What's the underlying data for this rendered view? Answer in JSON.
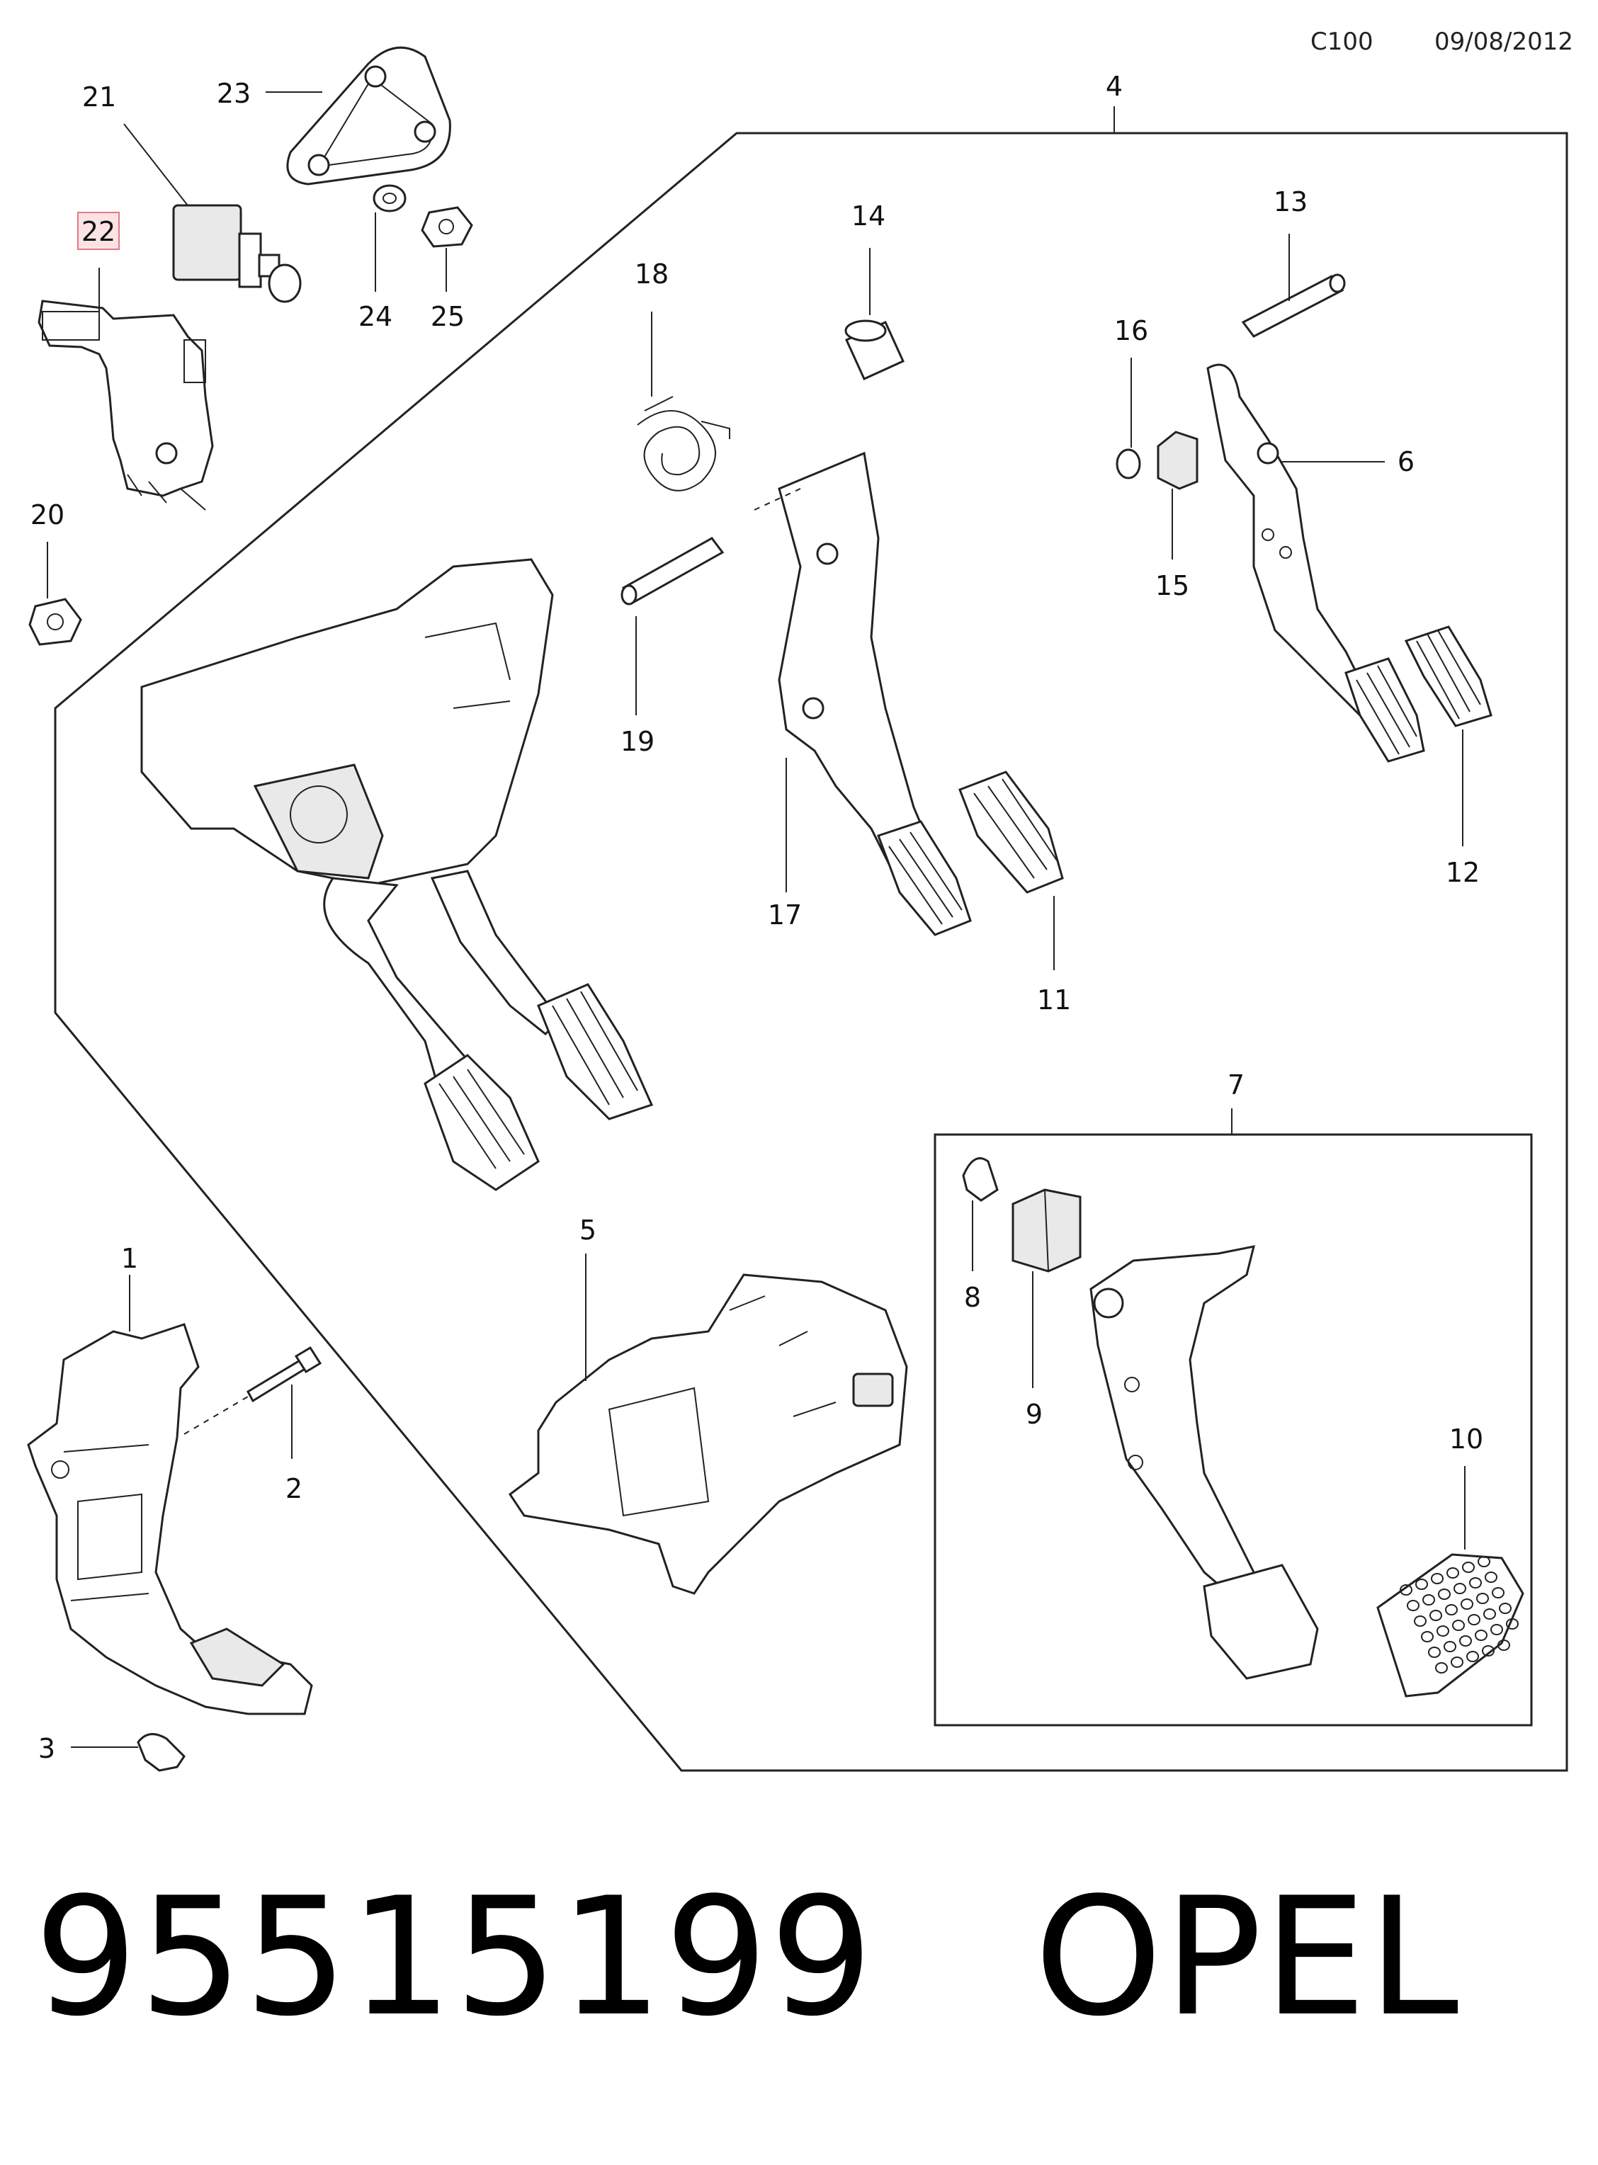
{
  "header": {
    "code": "C100",
    "date": "09/08/2012"
  },
  "callouts": {
    "c1": "1",
    "c2": "2",
    "c3": "3",
    "c4": "4",
    "c5": "5",
    "c6": "6",
    "c7": "7",
    "c8": "8",
    "c9": "9",
    "c10": "10",
    "c11": "11",
    "c12": "12",
    "c13": "13",
    "c14": "14",
    "c15": "15",
    "c16": "16",
    "c17": "17",
    "c18": "18",
    "c19": "19",
    "c20": "20",
    "c21": "21",
    "c22": "22",
    "c23": "23",
    "c24": "24",
    "c25": "25"
  },
  "highlighted_callout": "22",
  "footer": {
    "part_number": "95515199",
    "brand": "OPEL"
  }
}
